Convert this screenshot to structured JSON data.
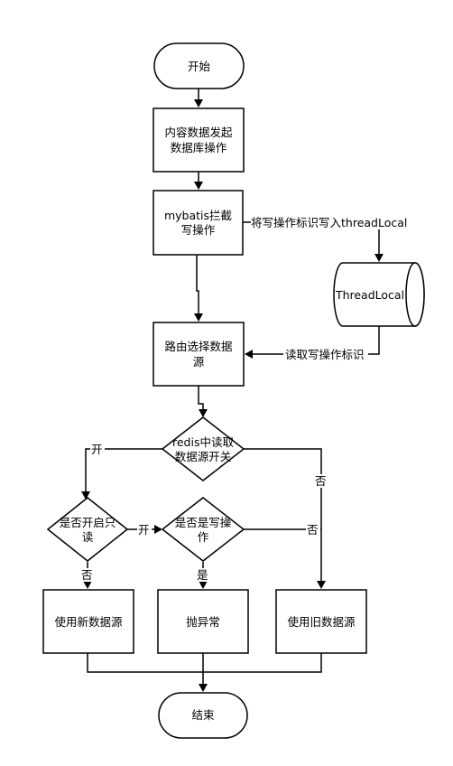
{
  "nodes": {
    "start": "开始",
    "content_db_op": [
      "内容数据发起",
      "数据库操作"
    ],
    "mybatis": [
      "mybatis拦截",
      "写操作"
    ],
    "threadlocal": "ThreadLocal",
    "route": [
      "路由选择数据",
      "源"
    ],
    "redis_switch": [
      "redis中读取",
      "数据源开关"
    ],
    "readonly_check": [
      "是否开启只",
      "读"
    ],
    "write_check": [
      "是否是写操",
      "作"
    ],
    "use_new": "使用新数据源",
    "throw": "抛异常",
    "use_old": "使用旧数据源",
    "end": "结束"
  },
  "edges": {
    "write_flag_to_threadlocal": "将写操作标识写入threadLocal",
    "read_write_flag": "读取写操作标识",
    "switch_open": "开",
    "switch_no": "否",
    "readonly_open": "开",
    "readonly_no": "否",
    "write_yes": "是",
    "write_no": "否"
  }
}
